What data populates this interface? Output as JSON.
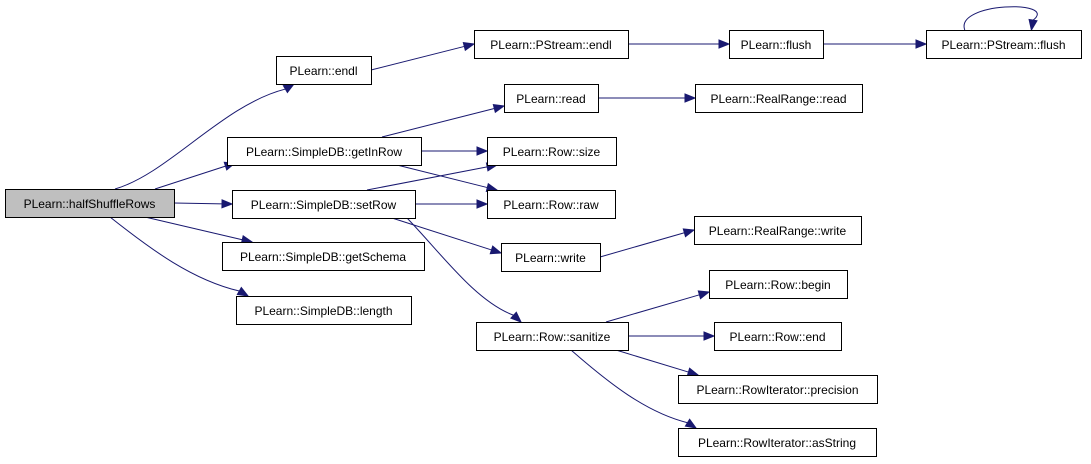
{
  "graph": {
    "nodes": [
      {
        "id": "n0",
        "name": "node-halfshufflerows",
        "label": "PLearn::halfShuffleRows",
        "root": true
      },
      {
        "id": "n1",
        "name": "node-endl",
        "label": "PLearn::endl"
      },
      {
        "id": "n2",
        "name": "node-pstream-endl",
        "label": "PLearn::PStream::endl"
      },
      {
        "id": "n3",
        "name": "node-flush",
        "label": "PLearn::flush"
      },
      {
        "id": "n4",
        "name": "node-pstream-flush",
        "label": "PLearn::PStream::flush"
      },
      {
        "id": "n5",
        "name": "node-read",
        "label": "PLearn::read"
      },
      {
        "id": "n6",
        "name": "node-realrange-read",
        "label": "PLearn::RealRange::read"
      },
      {
        "id": "n7",
        "name": "node-simpledb-getinrow",
        "label": "PLearn::SimpleDB::getInRow"
      },
      {
        "id": "n8",
        "name": "node-row-size",
        "label": "PLearn::Row::size"
      },
      {
        "id": "n9",
        "name": "node-simpledb-setrow",
        "label": "PLearn::SimpleDB::setRow"
      },
      {
        "id": "n10",
        "name": "node-row-raw",
        "label": "PLearn::Row::raw"
      },
      {
        "id": "n11",
        "name": "node-realrange-write",
        "label": "PLearn::RealRange::write"
      },
      {
        "id": "n12",
        "name": "node-simpledb-getschema",
        "label": "PLearn::SimpleDB::getSchema"
      },
      {
        "id": "n13",
        "name": "node-write",
        "label": "PLearn::write"
      },
      {
        "id": "n14",
        "name": "node-row-begin",
        "label": "PLearn::Row::begin"
      },
      {
        "id": "n15",
        "name": "node-simpledb-length",
        "label": "PLearn::SimpleDB::length"
      },
      {
        "id": "n16",
        "name": "node-row-sanitize",
        "label": "PLearn::Row::sanitize"
      },
      {
        "id": "n17",
        "name": "node-row-end",
        "label": "PLearn::Row::end"
      },
      {
        "id": "n18",
        "name": "node-rowiterator-precision",
        "label": "PLearn::RowIterator::precision"
      },
      {
        "id": "n19",
        "name": "node-rowiterator-asstring",
        "label": "PLearn::RowIterator::asString"
      }
    ],
    "edges": [
      {
        "from": "n0",
        "to": "n1"
      },
      {
        "from": "n0",
        "to": "n7"
      },
      {
        "from": "n0",
        "to": "n9"
      },
      {
        "from": "n0",
        "to": "n12"
      },
      {
        "from": "n0",
        "to": "n15"
      },
      {
        "from": "n1",
        "to": "n2"
      },
      {
        "from": "n2",
        "to": "n3"
      },
      {
        "from": "n3",
        "to": "n4"
      },
      {
        "from": "n4",
        "to": "n4"
      },
      {
        "from": "n5",
        "to": "n6"
      },
      {
        "from": "n7",
        "to": "n5"
      },
      {
        "from": "n7",
        "to": "n8"
      },
      {
        "from": "n7",
        "to": "n10"
      },
      {
        "from": "n9",
        "to": "n8"
      },
      {
        "from": "n9",
        "to": "n10"
      },
      {
        "from": "n9",
        "to": "n13"
      },
      {
        "from": "n9",
        "to": "n16"
      },
      {
        "from": "n13",
        "to": "n11"
      },
      {
        "from": "n16",
        "to": "n14"
      },
      {
        "from": "n16",
        "to": "n17"
      },
      {
        "from": "n16",
        "to": "n18"
      },
      {
        "from": "n16",
        "to": "n19"
      }
    ]
  }
}
